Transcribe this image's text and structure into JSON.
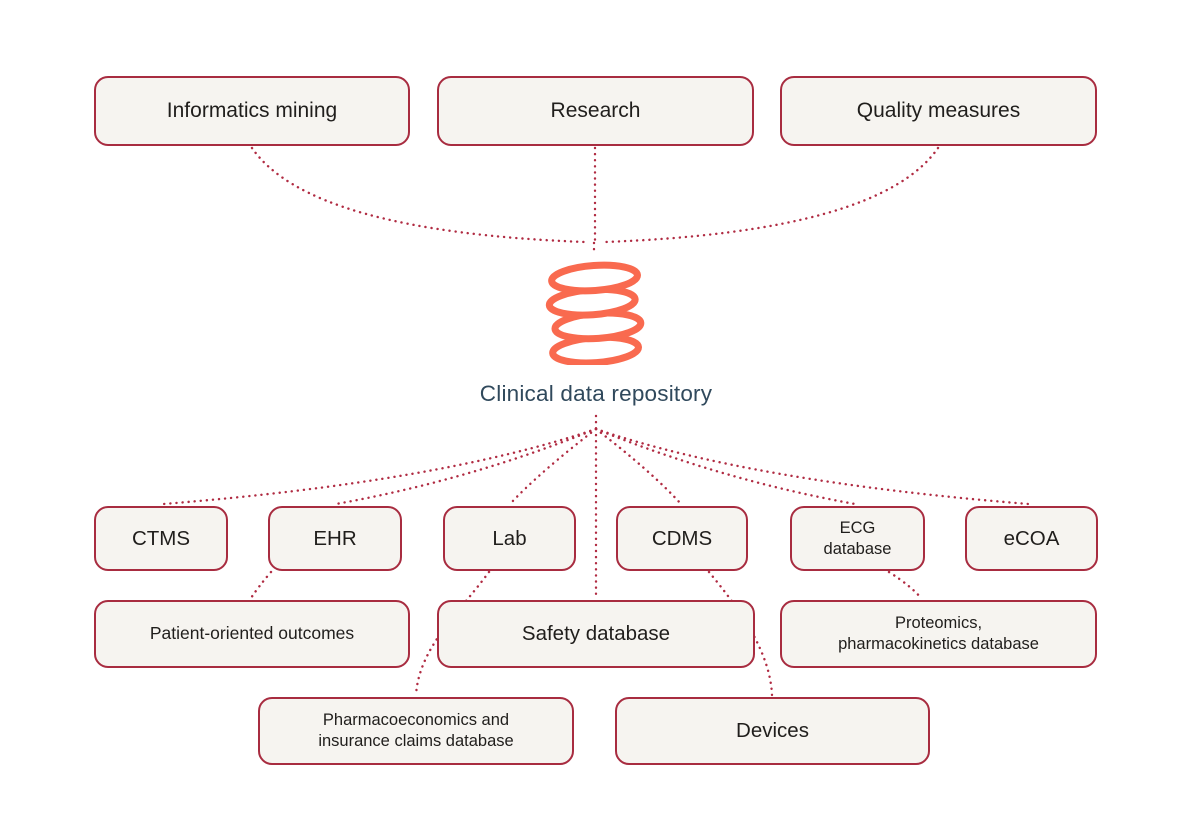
{
  "palette": {
    "page_background": "#ffffff",
    "box_background": "#f6f4f0",
    "box_border": "#a82c40",
    "dotted_line": "#b02b42",
    "box_text": "#201e1c",
    "repository_label_color": "#30495c",
    "database_icon_color": "#f96a4f"
  },
  "repository": {
    "label": "Clinical data repository",
    "icon": "database-icon"
  },
  "nodes": {
    "informatics_mining": {
      "label": "Informatics mining"
    },
    "research": {
      "label": "Research"
    },
    "quality_measures": {
      "label": "Quality measures"
    },
    "ctms": {
      "label": "CTMS"
    },
    "ehr": {
      "label": "EHR"
    },
    "lab": {
      "label": "Lab"
    },
    "cdms": {
      "label": "CDMS"
    },
    "ecg_database": {
      "label": "ECG\ndatabase"
    },
    "ecoa": {
      "label": "eCOA"
    },
    "patient_oriented_outcomes": {
      "label": "Patient-oriented outcomes"
    },
    "safety_database": {
      "label": "Safety database"
    },
    "proteomics_db": {
      "label": "Proteomics,\npharmacokinetics database"
    },
    "pharmacoeconomics_db": {
      "label": "Pharmacoeconomics and\ninsurance claims database"
    },
    "devices": {
      "label": "Devices"
    }
  },
  "edges": [
    {
      "from": "informatics_mining",
      "to": "repository",
      "style": "dotted"
    },
    {
      "from": "research",
      "to": "repository",
      "style": "dotted"
    },
    {
      "from": "quality_measures",
      "to": "repository",
      "style": "dotted"
    },
    {
      "from": "repository",
      "to": "ctms",
      "style": "dotted"
    },
    {
      "from": "repository",
      "to": "ehr",
      "style": "dotted"
    },
    {
      "from": "repository",
      "to": "lab",
      "style": "dotted"
    },
    {
      "from": "repository",
      "to": "cdms",
      "style": "dotted"
    },
    {
      "from": "repository",
      "to": "ecg_database",
      "style": "dotted"
    },
    {
      "from": "repository",
      "to": "ecoa",
      "style": "dotted"
    },
    {
      "from": "repository",
      "to": "safety_database",
      "style": "dotted"
    },
    {
      "from": "ehr",
      "to": "patient_oriented_outcomes",
      "style": "dotted"
    },
    {
      "from": "lab",
      "to": "pharmacoeconomics_db",
      "style": "dotted"
    },
    {
      "from": "cdms",
      "to": "devices",
      "style": "dotted"
    },
    {
      "from": "ecg_database",
      "to": "proteomics_db",
      "style": "dotted"
    }
  ]
}
